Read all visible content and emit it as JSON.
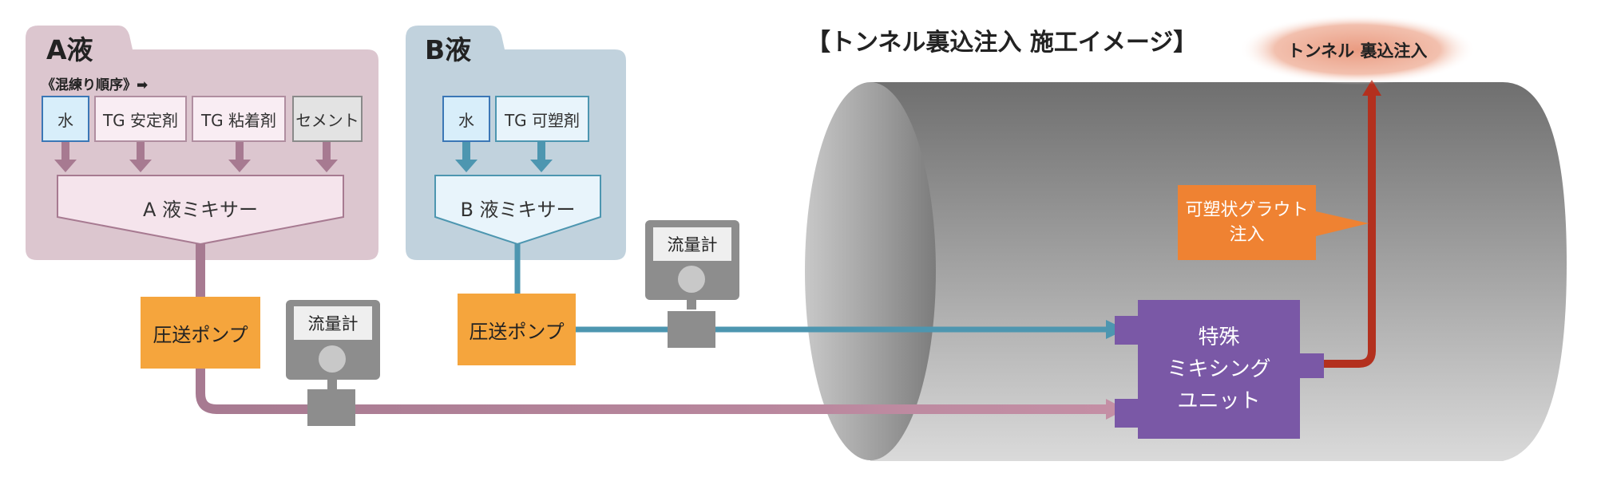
{
  "title": "【トンネル裏込注入 施工イメージ】",
  "panel_a": {
    "title": "A液",
    "mixing_order": "《混練り順序》➡",
    "ingredients": [
      "水",
      "TG 安定剤",
      "TG 粘着剤",
      "セメント"
    ],
    "mixer": "A 液ミキサー",
    "pump": "圧送ポンプ",
    "meter": "流量計"
  },
  "panel_b": {
    "title": "B液",
    "ingredients": [
      "水",
      "TG 可塑剤"
    ],
    "mixer": "B 液ミキサー",
    "pump": "圧送ポンプ",
    "meter": "流量計"
  },
  "mixing_unit": "特殊\nミキシング\nユニット",
  "callout": "可塑状グラウト\n注入",
  "target": "トンネル 裏込注入",
  "colors": {
    "panel_a_bg": "#dcc6cf",
    "panel_b_bg": "#c1d2dd",
    "pipe_a": "#a77a91",
    "pipe_b": "#4d96b0",
    "pipe_out": "#b3301e",
    "pump": "#f5a53d",
    "unit": "#7a58a6",
    "callout": "#ef8232",
    "meter": "#8d8d8d"
  }
}
